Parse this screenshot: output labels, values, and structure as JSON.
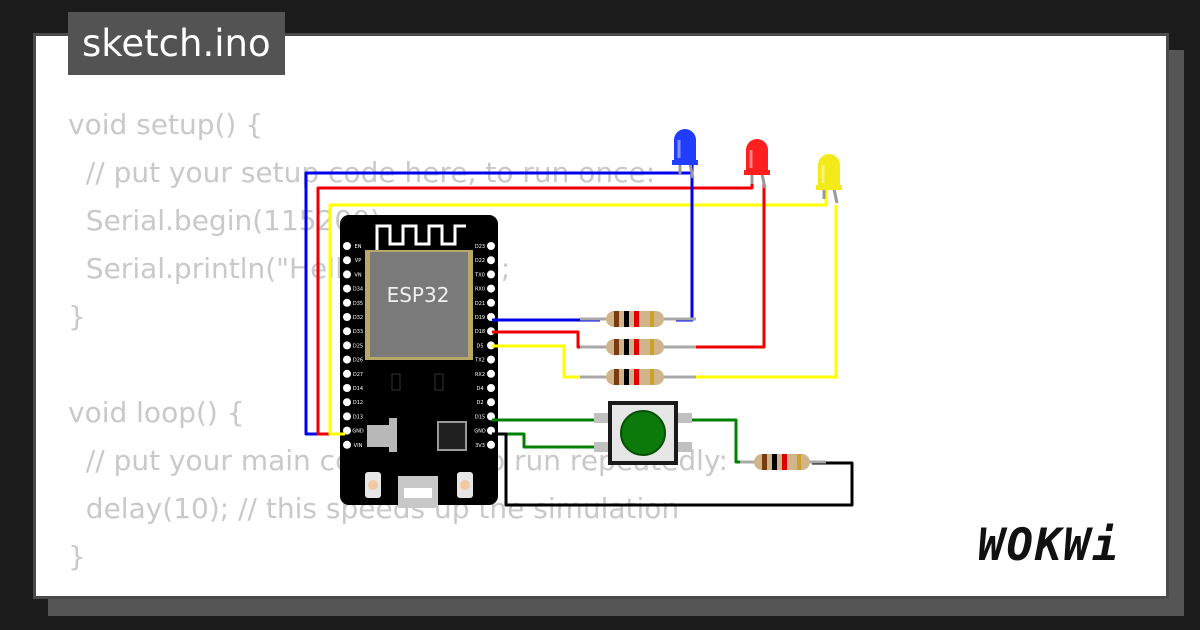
{
  "title": "sketch.ino",
  "code_lines": [
    "void setup() {",
    "  // put your setup code here, to run once:",
    "  Serial.begin(115200);",
    "  Serial.println(\"Hello, ESP32!\");",
    "}",
    "",
    "void loop() {",
    "  // put your main code here, to run repeatedly:",
    "  delay(10); // this speeds up the simulation",
    "}"
  ],
  "board": {
    "label": "ESP32",
    "left_pins": [
      "EN",
      "VP",
      "VN",
      "D34",
      "D35",
      "D32",
      "D33",
      "D25",
      "D26",
      "D27",
      "D14",
      "D12",
      "D13",
      "GND",
      "VIN"
    ],
    "right_pins": [
      "D23",
      "D22",
      "TX0",
      "RX0",
      "D21",
      "D19",
      "D18",
      "D5",
      "TX2",
      "RX2",
      "D4",
      "D2",
      "D15",
      "GND",
      "3V3"
    ]
  },
  "leds": [
    {
      "name": "blue",
      "color": "#1f3cff"
    },
    {
      "name": "red",
      "color": "#ff1f1f"
    },
    {
      "name": "yellow",
      "color": "#f3ea1a"
    }
  ],
  "wire_colors": {
    "blue": "#0000ee",
    "red": "#ee0000",
    "yellow": "#ffff00",
    "green": "#008000",
    "black": "#000000"
  },
  "logo": "WOKWi"
}
